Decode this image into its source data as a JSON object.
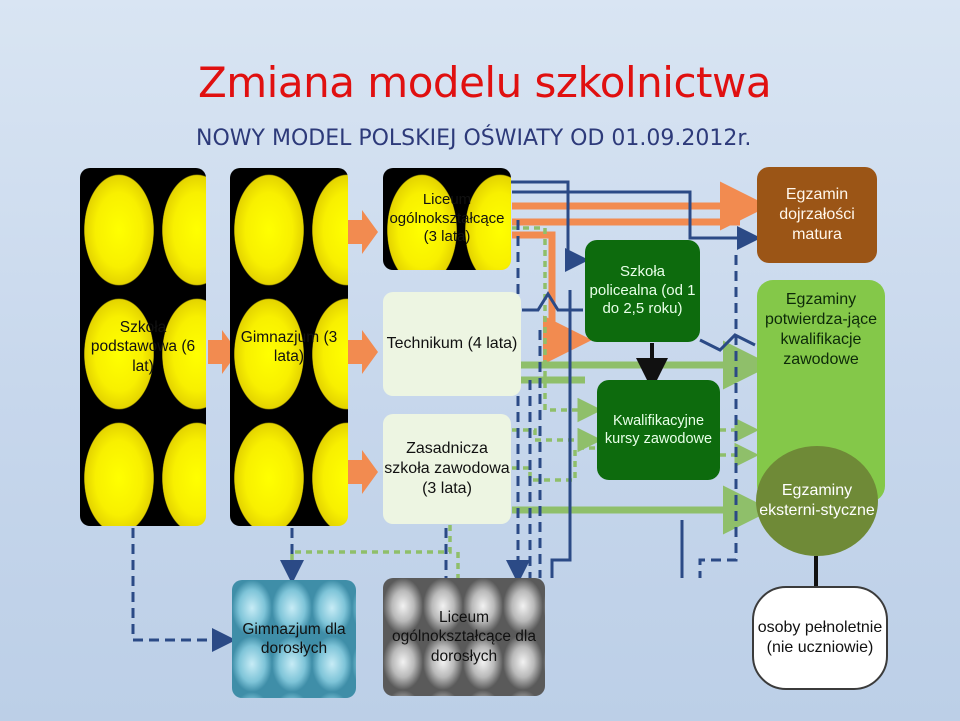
{
  "header": {
    "title": "Zmiana modelu szkolnictwa",
    "subtitle": "NOWY MODEL POLSKIEJ OŚWIATY OD 01.09.2012r."
  },
  "nodes": {
    "primary": "Szkoła podstawowa (6 lat)",
    "gymnasium": "Gimnazjum (3 lata)",
    "general_lyceum": "Liceum ogólnokształcące (3 lata)",
    "technikum": "Technikum (4 lata)",
    "vocational": "Zasadnicza szkoła zawodowa (3 lata)",
    "post_secondary": "Szkoła policealna (od 1 do 2,5 roku)",
    "courses": "Kwalifikacyjne kursy zawodowe",
    "matura": "Egzamin dojrzałości matura",
    "qualification_exams": "Egzaminy potwierdza-jące kwalifikacje zawodowe",
    "external_exams": "Egzaminy eksterni-styczne",
    "adult_gymnasium": "Gimnazjum dla dorosłych",
    "adult_lyceum": "Liceum ogólnokształcące dla dorosłych",
    "adults": "osoby pełnoletnie (nie uczniowie)"
  },
  "colors": {
    "title": "#e01010",
    "subtitle": "#2d3a7a",
    "arrow_orange": "#f28b50",
    "arrow_green": "#8fbf6a",
    "connector_blue": "#2b4a86",
    "box_dark_green": "#0d6b0d",
    "box_brown": "#9b5516",
    "box_light_green": "#84c849"
  }
}
